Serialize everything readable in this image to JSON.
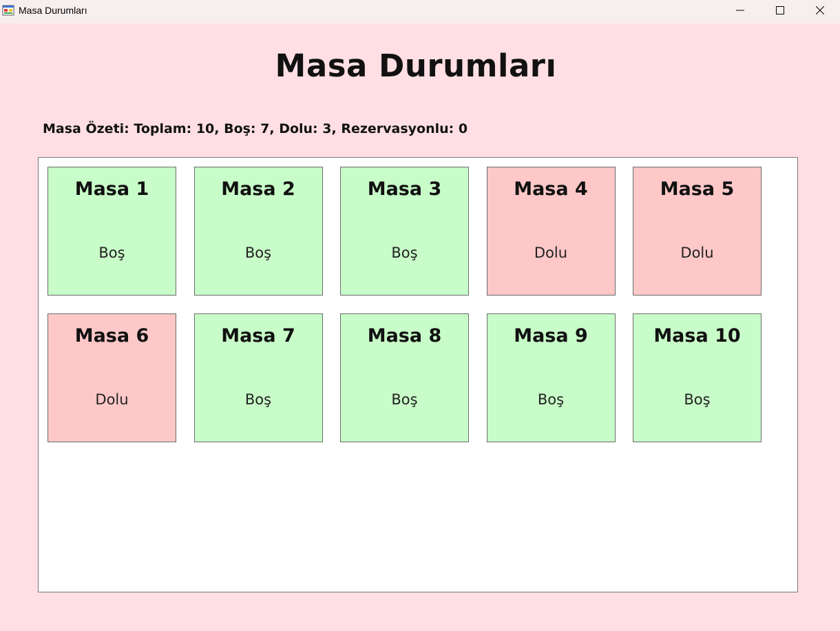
{
  "window": {
    "title": "Masa Durumları"
  },
  "page": {
    "title": "Masa Durumları",
    "summary": "Masa Özeti: Toplam: 10, Boş: 7, Dolu: 3, Rezervasyonlu: 0"
  },
  "colors": {
    "background": "#ffdfe4",
    "free": "#c8fcc8",
    "occupied": "#fec8c8",
    "panel": "#ffffff"
  },
  "tables": [
    {
      "name": "Masa 1",
      "status": "Boş"
    },
    {
      "name": "Masa 2",
      "status": "Boş"
    },
    {
      "name": "Masa 3",
      "status": "Boş"
    },
    {
      "name": "Masa 4",
      "status": "Dolu"
    },
    {
      "name": "Masa 5",
      "status": "Dolu"
    },
    {
      "name": "Masa 6",
      "status": "Dolu"
    },
    {
      "name": "Masa 7",
      "status": "Boş"
    },
    {
      "name": "Masa 8",
      "status": "Boş"
    },
    {
      "name": "Masa 9",
      "status": "Boş"
    },
    {
      "name": "Masa 10",
      "status": "Boş"
    }
  ]
}
